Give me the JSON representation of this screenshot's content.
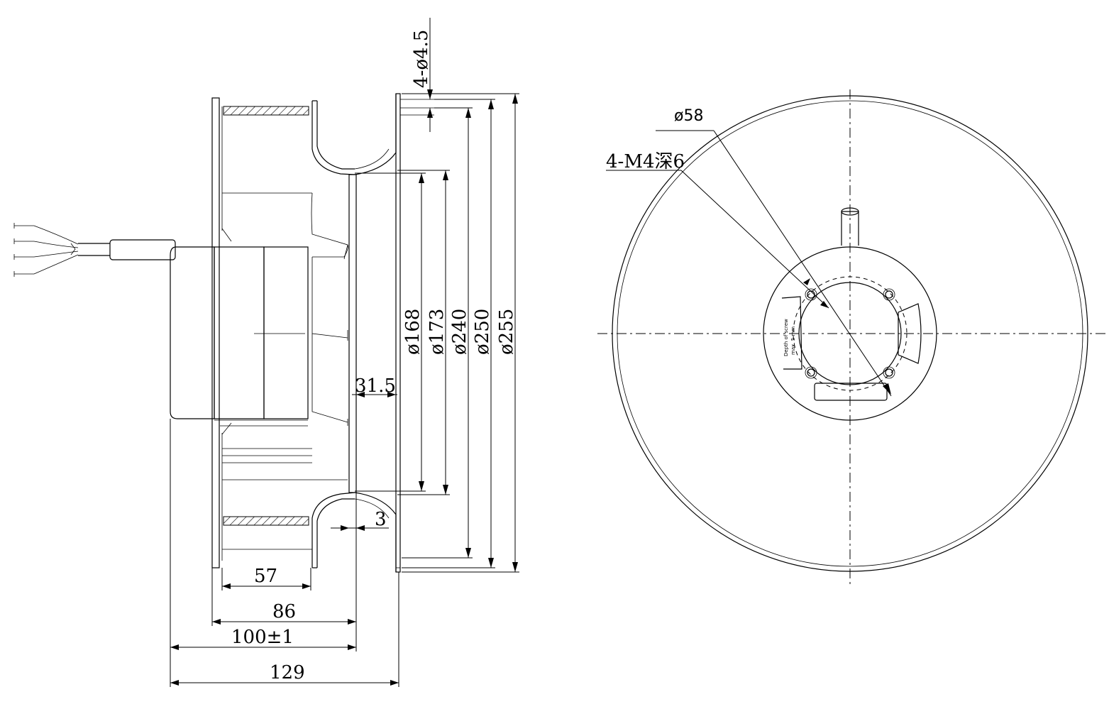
{
  "side_view": {
    "dims": {
      "hole4": "4-ø4.5",
      "d168": "ø168",
      "d173": "ø173",
      "d240": "ø240",
      "d250": "ø250",
      "d255": "ø255",
      "w31_5": "31.5",
      "w3": "3",
      "w57": "57",
      "w86": "86",
      "w100": "100±1",
      "w129": "129"
    }
  },
  "front_view": {
    "dims": {
      "d58": "ø58",
      "thread": "4-M4深6"
    },
    "label_line1": "Depth of screw",
    "label_line2": "max. 5 mm"
  }
}
